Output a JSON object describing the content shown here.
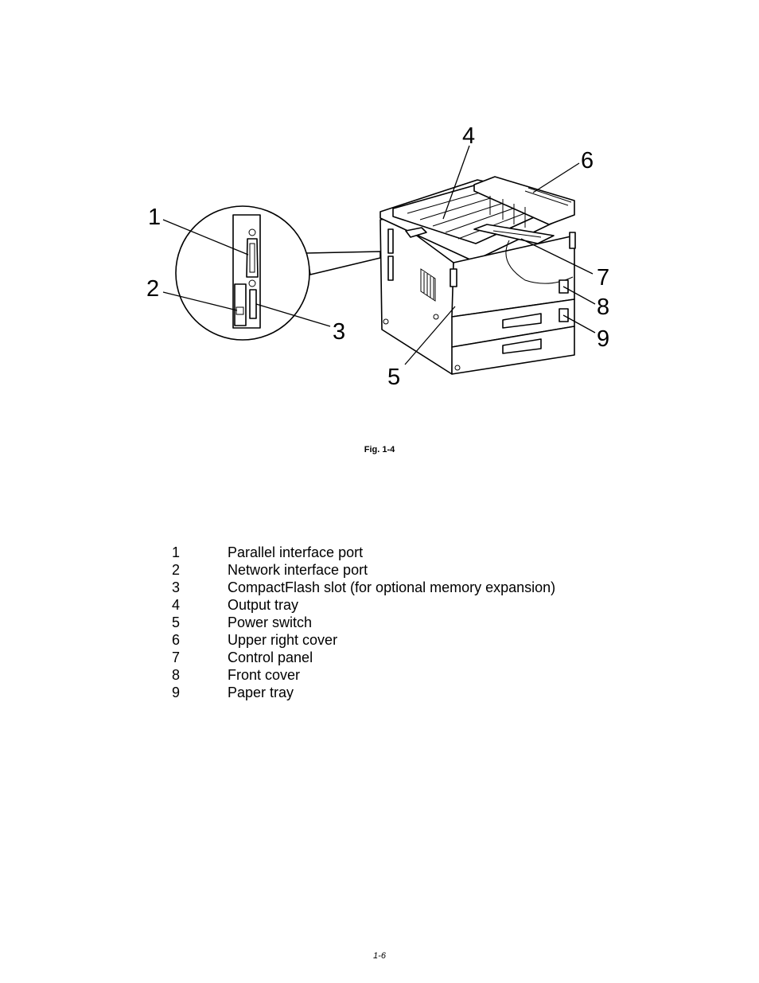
{
  "figure": {
    "callouts": [
      "1",
      "2",
      "3",
      "4",
      "5",
      "6",
      "7",
      "8",
      "9"
    ]
  },
  "caption": "Fig. 1-4",
  "legend": [
    {
      "num": "1",
      "label": "Parallel interface port"
    },
    {
      "num": "2",
      "label": "Network interface port"
    },
    {
      "num": "3",
      "label": "CompactFlash slot (for optional memory expansion)"
    },
    {
      "num": "4",
      "label": "Output tray"
    },
    {
      "num": "5",
      "label": "Power switch"
    },
    {
      "num": "6",
      "label": "Upper right cover"
    },
    {
      "num": "7",
      "label": "Control panel"
    },
    {
      "num": "8",
      "label": "Front cover"
    },
    {
      "num": "9",
      "label": "Paper tray"
    }
  ],
  "page_number": "1-6"
}
